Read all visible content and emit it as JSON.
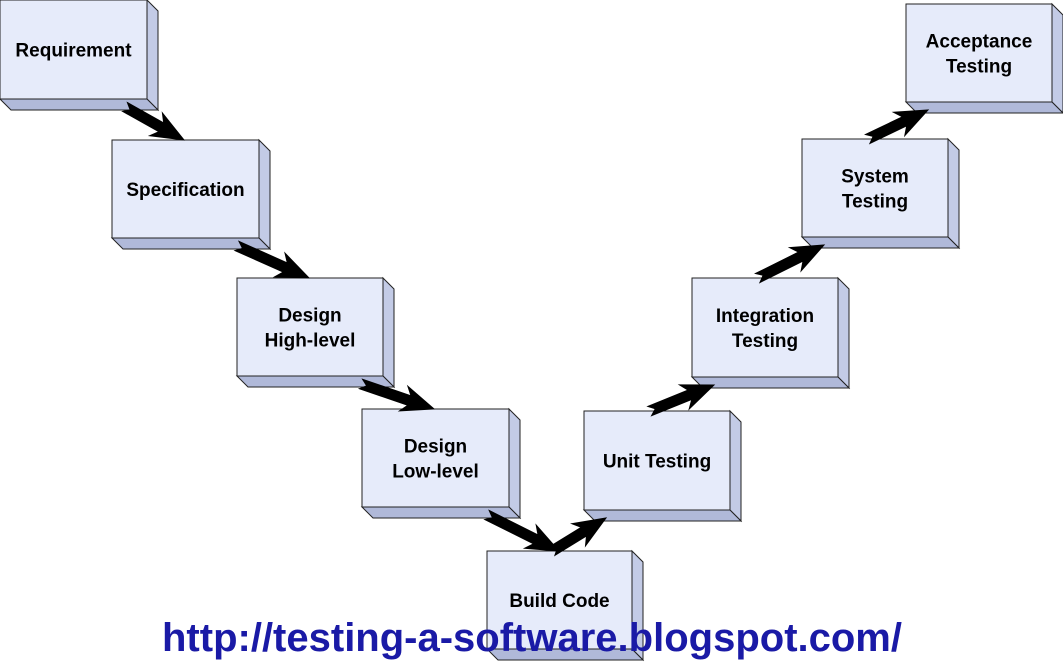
{
  "diagram": {
    "boxes": [
      {
        "id": "requirement",
        "lines": [
          "Requirement"
        ]
      },
      {
        "id": "specification",
        "lines": [
          "Specification"
        ]
      },
      {
        "id": "design-high-level",
        "lines": [
          "Design",
          "High-level"
        ]
      },
      {
        "id": "design-low-level",
        "lines": [
          "Design",
          "Low-level"
        ]
      },
      {
        "id": "build-code",
        "lines": [
          "Build Code"
        ]
      },
      {
        "id": "unit-testing",
        "lines": [
          "Unit Testing"
        ]
      },
      {
        "id": "integration-testing",
        "lines": [
          "Integration",
          "Testing"
        ]
      },
      {
        "id": "system-testing",
        "lines": [
          "System",
          "Testing"
        ]
      },
      {
        "id": "acceptance-testing",
        "lines": [
          "Acceptance",
          "Testing"
        ]
      }
    ],
    "flow": [
      [
        "requirement",
        "specification"
      ],
      [
        "specification",
        "design-high-level"
      ],
      [
        "design-high-level",
        "design-low-level"
      ],
      [
        "design-low-level",
        "build-code"
      ],
      [
        "build-code",
        "unit-testing"
      ],
      [
        "unit-testing",
        "integration-testing"
      ],
      [
        "integration-testing",
        "system-testing"
      ],
      [
        "system-testing",
        "acceptance-testing"
      ]
    ]
  },
  "footer": {
    "url_text": "http://testing-a-software.blogspot.com/"
  },
  "colors": {
    "box_face": "#e6ebfa",
    "box_side": "#c3cbe6",
    "box_bottom": "#b0b9d9",
    "box_stroke": "#222222",
    "arrow": "#000000",
    "url_text": "#1a1aa6"
  }
}
